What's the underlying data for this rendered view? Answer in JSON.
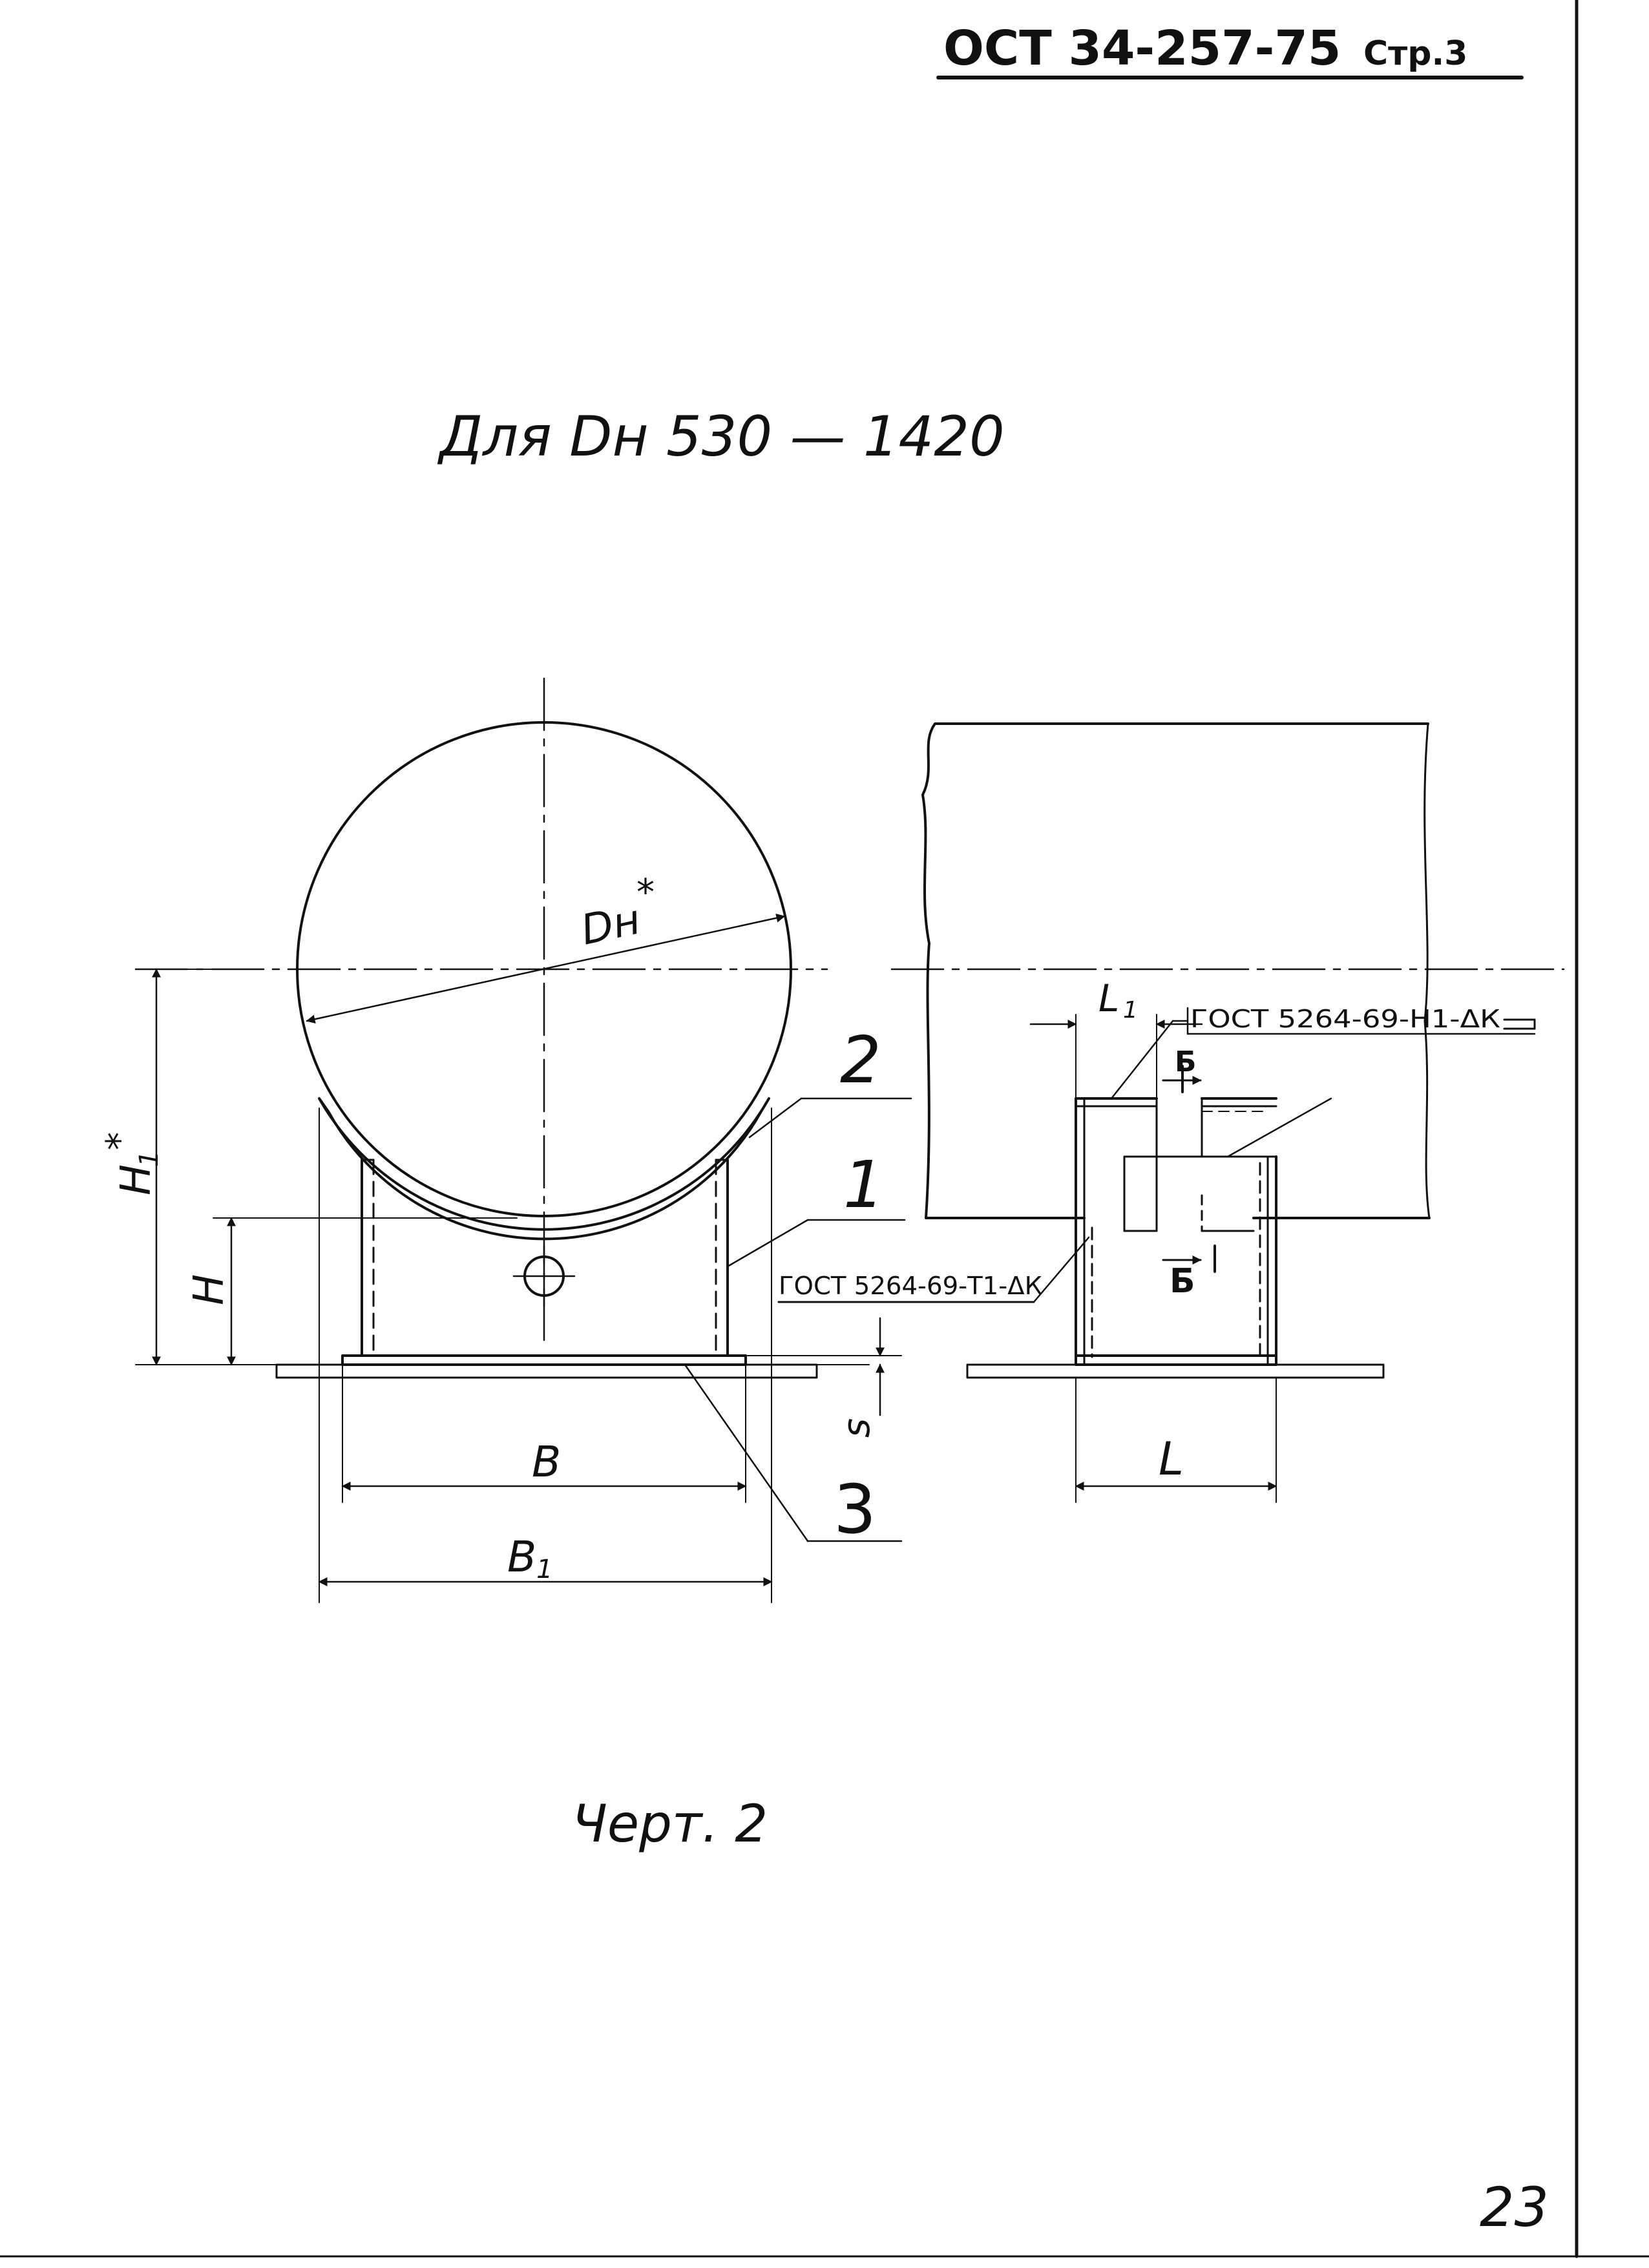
{
  "header": {
    "standard": "ОСТ 34-257-75",
    "page_label": "Стр.3"
  },
  "subtitle": "Для Dн 530 — 1420",
  "figure_caption": "Черт. 2",
  "page_number": "23",
  "front_view": {
    "dim_diameter": "Dн",
    "dim_diameter_mark": "*",
    "dim_h1": "H",
    "dim_h1_sub": "1",
    "dim_h1_mark": "*",
    "dim_h": "H",
    "dim_b": "B",
    "dim_b1": "B",
    "dim_b1_sub": "1",
    "dim_s": "s",
    "callout_1": "1",
    "callout_2": "2",
    "callout_3": "3",
    "weld_note": "ГОСТ 5264-69-Т1-ΔК"
  },
  "side_view": {
    "dim_l": "L",
    "dim_l1": "L",
    "dim_l1_sub": "1",
    "section_label": "Б",
    "weld_note": "ГОСТ 5264-69-Н1-ΔК"
  }
}
